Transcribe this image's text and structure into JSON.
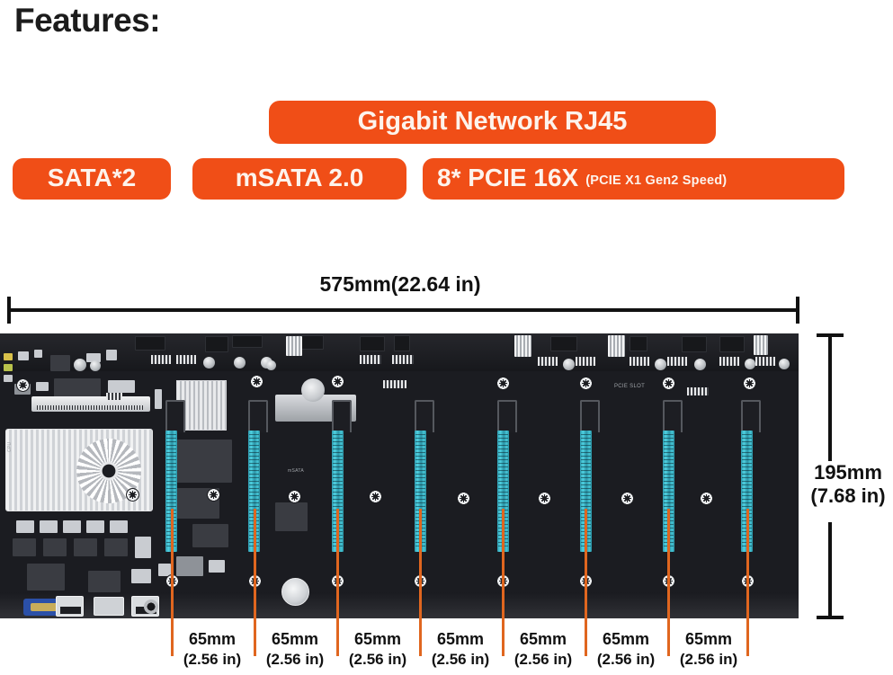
{
  "heading": "Features:",
  "badges": [
    {
      "id": "gigabit",
      "label": "Gigabit Network RJ45",
      "sub": ""
    },
    {
      "id": "sata",
      "label": "SATA*2",
      "sub": ""
    },
    {
      "id": "msata",
      "label": "mSATA 2.0",
      "sub": ""
    },
    {
      "id": "pcie",
      "label": "8* PCIE 16X",
      "sub": "(PCIE X1 Gen2 Speed)"
    }
  ],
  "dimensions": {
    "width_label": "575mm(22.64 in)",
    "height_label_mm": "195mm",
    "height_label_in": "(7.68 in)"
  },
  "slot_spacings": [
    {
      "mm": "65mm",
      "in": "(2.56 in)"
    },
    {
      "mm": "65mm",
      "in": "(2.56 in)"
    },
    {
      "mm": "65mm",
      "in": "(2.56 in)"
    },
    {
      "mm": "65mm",
      "in": "(2.56 in)"
    },
    {
      "mm": "65mm",
      "in": "(2.56 in)"
    },
    {
      "mm": "65mm",
      "in": "(2.56 in)"
    },
    {
      "mm": "65mm",
      "in": "(2.56 in)"
    }
  ],
  "board": {
    "silkscreen": "PCIE SLOT",
    "pcie_slot_count": 8,
    "colors": {
      "badge_orange": "#f04e17",
      "leader_orange": "#e0661f",
      "pcb_black": "#1b1c21",
      "slot_cyan": "#3bb8c8",
      "vga_blue": "#2b50a8",
      "text_dark": "#111111"
    }
  }
}
